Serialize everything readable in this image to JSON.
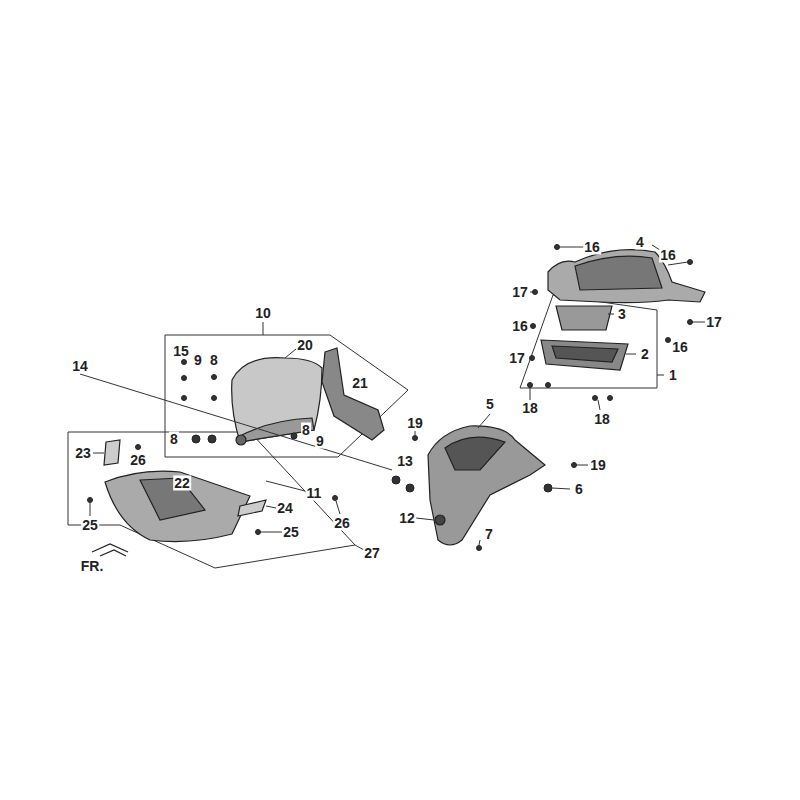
{
  "diagram": {
    "labels": [
      "16",
      "4",
      "16",
      "17",
      "16",
      "3",
      "17",
      "16",
      "2",
      "17",
      "10",
      "15",
      "9",
      "8",
      "20",
      "21",
      "1",
      "14",
      "18",
      "18",
      "19",
      "5",
      "8",
      "8",
      "9",
      "23",
      "26",
      "19",
      "13",
      "6",
      "22",
      "11",
      "24",
      "12",
      "25",
      "25",
      "26",
      "7",
      "27",
      "FR."
    ]
  }
}
